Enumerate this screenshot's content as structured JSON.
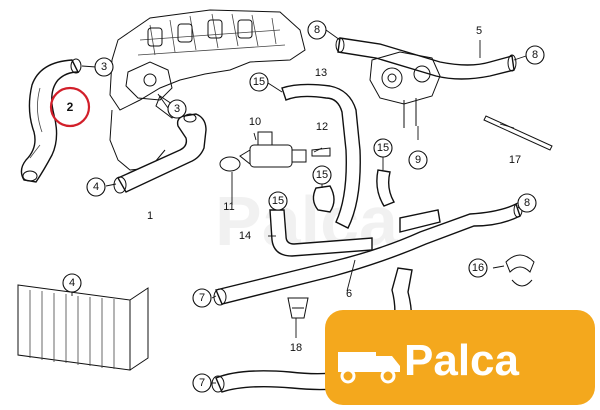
{
  "highlight": {
    "label": "2",
    "ring_color": "#d21f2a"
  },
  "callouts": {
    "c_3a": "3",
    "c_3b": "3",
    "c_4a": "4",
    "c_4b": "4",
    "c_5": "5",
    "c_6": "6",
    "c_7a": "7",
    "c_7b": "7",
    "c_8a": "8",
    "c_8b": "8",
    "c_8c": "8",
    "c_9": "9",
    "c_10": "10",
    "c_11": "11",
    "c_12": "12",
    "c_13": "13",
    "c_14": "14",
    "c_15a": "15",
    "c_15b": "15",
    "c_15c": "15",
    "c_15d": "15",
    "c_16": "16",
    "c_17": "17",
    "c_18": "18",
    "c_1": "1"
  },
  "watermark": {
    "text": "Palca"
  },
  "logo": {
    "text": "Palca",
    "badge_color": "#f4a81d",
    "icon_name": "truck-icon"
  }
}
